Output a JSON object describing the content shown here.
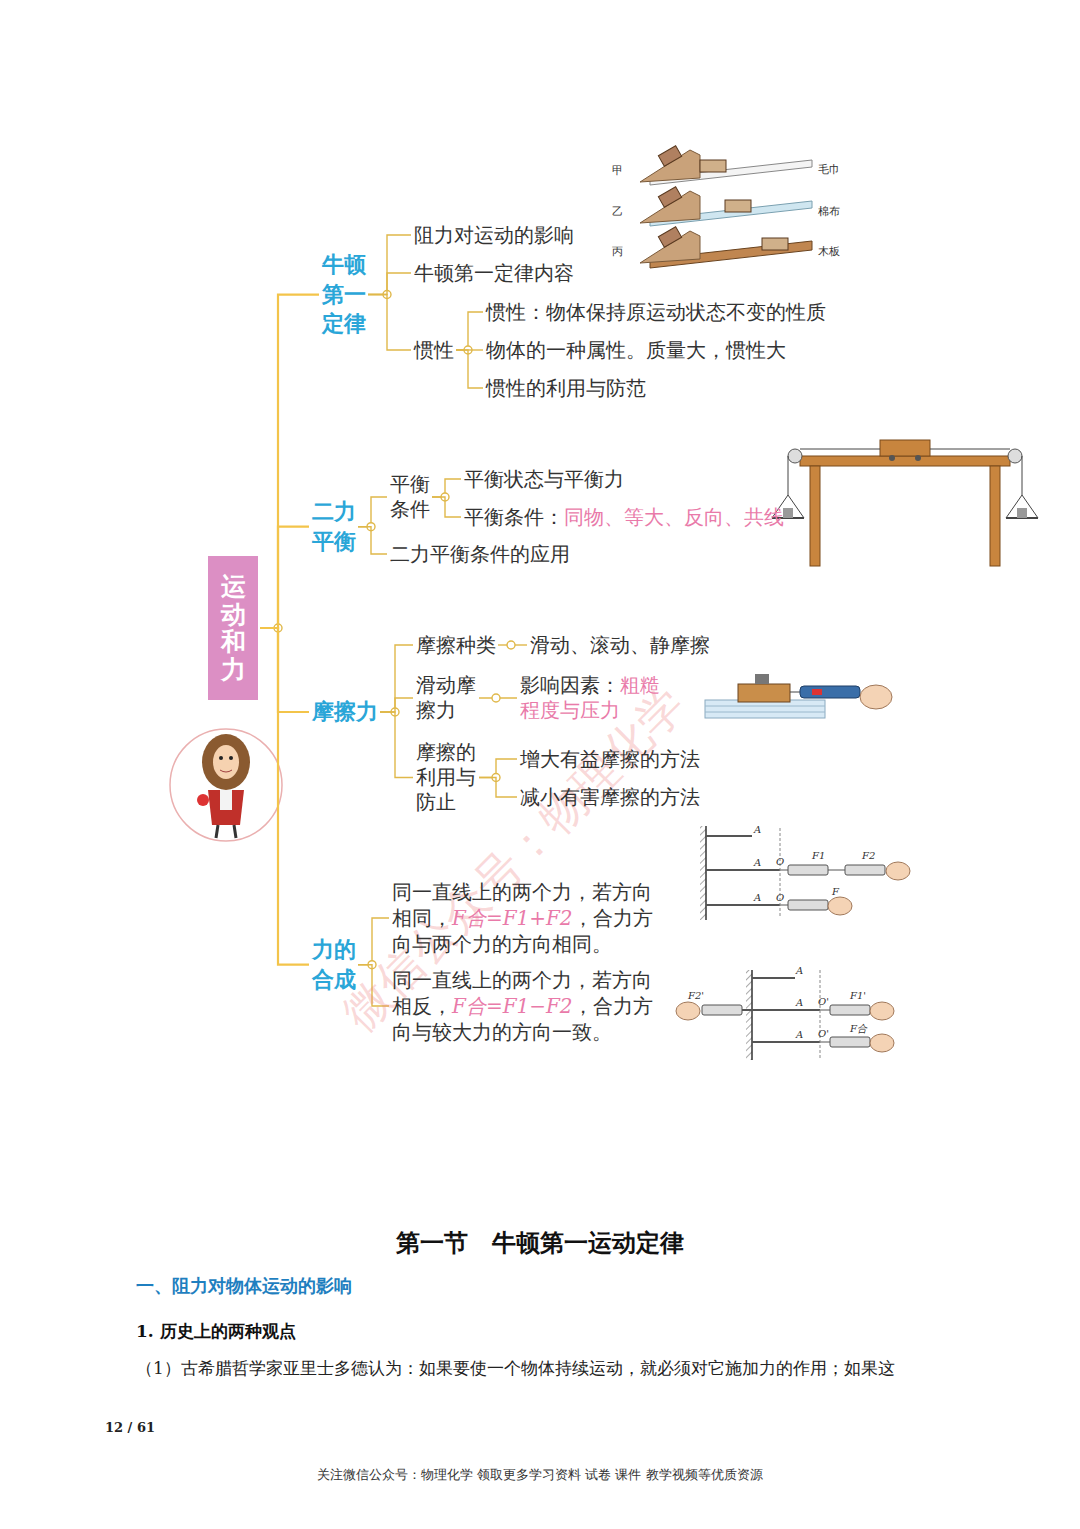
{
  "diagram": {
    "nodes": [
      {
        "text": [
          "运动和力"
        ]
      },
      {
        "text": [
          "牛顿第一定律"
        ]
      },
      {
        "text": [
          "阻力对运动的影响"
        ]
      },
      {
        "text": [
          "牛顿第一定律内容"
        ]
      },
      {
        "text": [
          "惯性"
        ]
      },
      {
        "text": [
          "惯性：物体保持原运动状态不变的性质"
        ]
      },
      {
        "text": [
          "物体的一种属性。质量大，惯性大"
        ]
      },
      {
        "text": [
          "惯性的利用与防范"
        ]
      },
      {
        "text": [
          "二力平衡"
        ]
      },
      {
        "text": [
          "平衡条件"
        ]
      },
      {
        "text": [
          "平衡状态与平衡力"
        ]
      },
      {
        "text": [
          "平衡条件：",
          "同物、等大、反向、共线"
        ]
      },
      {
        "text": [
          "二力平衡条件的应用"
        ]
      },
      {
        "text": [
          "摩擦力"
        ]
      },
      {
        "text": [
          "摩擦种类"
        ]
      },
      {
        "text": [
          "滑动、滚动、静摩擦"
        ]
      },
      {
        "text": [
          "滑动摩擦力"
        ]
      },
      {
        "text": [
          "影响因素：",
          "粗糙程度与压力"
        ]
      },
      {
        "text": [
          "摩擦的利用与防止"
        ]
      },
      {
        "text": [
          "增大有益摩擦的方法"
        ]
      },
      {
        "text": [
          "减小有害摩擦的方法"
        ]
      },
      {
        "text": [
          "力的合成"
        ]
      },
      {
        "text": [
          "同一直线上的两个力，若方向相同，",
          "F合=F1+F2",
          "，合力方向与两个力的方向相同。"
        ]
      },
      {
        "text": [
          "同一直线上的两个力，若方向相反，",
          "F合=F1−F2",
          "，合力方向与较大力的方向一致。"
        ]
      }
    ],
    "edges": [
      {
        "from": 0,
        "to": 1,
        "arrow": "none"
      },
      {
        "from": 0,
        "to": 8,
        "arrow": "none"
      },
      {
        "from": 0,
        "to": 13,
        "arrow": "none"
      },
      {
        "from": 0,
        "to": 21,
        "arrow": "none"
      },
      {
        "from": 1,
        "to": 2,
        "arrow": "none"
      },
      {
        "from": 1,
        "to": 3,
        "arrow": "none"
      },
      {
        "from": 1,
        "to": 4,
        "arrow": "none"
      },
      {
        "from": 4,
        "to": 5,
        "arrow": "none"
      },
      {
        "from": 4,
        "to": 6,
        "arrow": "none"
      },
      {
        "from": 4,
        "to": 7,
        "arrow": "none"
      },
      {
        "from": 8,
        "to": 9,
        "arrow": "none"
      },
      {
        "from": 8,
        "to": 12,
        "arrow": "none"
      },
      {
        "from": 9,
        "to": 10,
        "arrow": "none"
      },
      {
        "from": 9,
        "to": 11,
        "arrow": "none"
      },
      {
        "from": 13,
        "to": 14,
        "arrow": "none"
      },
      {
        "from": 13,
        "to": 16,
        "arrow": "none"
      },
      {
        "from": 13,
        "to": 18,
        "arrow": "none"
      },
      {
        "from": 14,
        "to": 15,
        "arrow": "none"
      },
      {
        "from": 16,
        "to": 17,
        "arrow": "none"
      },
      {
        "from": 18,
        "to": 19,
        "arrow": "none"
      },
      {
        "from": 18,
        "to": 20,
        "arrow": "none"
      },
      {
        "from": 21,
        "to": 22,
        "arrow": "none"
      },
      {
        "from": 21,
        "to": 23,
        "arrow": "none"
      }
    ],
    "labels": [
      "甲",
      "乙",
      "丙",
      "毛巾",
      "棉布",
      "木板",
      "A",
      "A",
      "O",
      "F1",
      "F2",
      "F",
      "A",
      "O",
      "A",
      "F2'",
      "A",
      "O'",
      "F1'",
      "A",
      "O'",
      "F合",
      "微信公众号：物理化学",
      "第一节　牛顿第一运动定律",
      "一、阻力对物体运动的影响",
      "1. 历史上的两种观点",
      "（1）古希腊哲学家亚里士多德认为：如果要使一个物体持续运动，就必须对它施加力的作用；如果这",
      "12 / 61",
      "关注微信公众号：物理化学  领取更多学习资料  试卷  课件  教学视频等优质资源"
    ]
  }
}
